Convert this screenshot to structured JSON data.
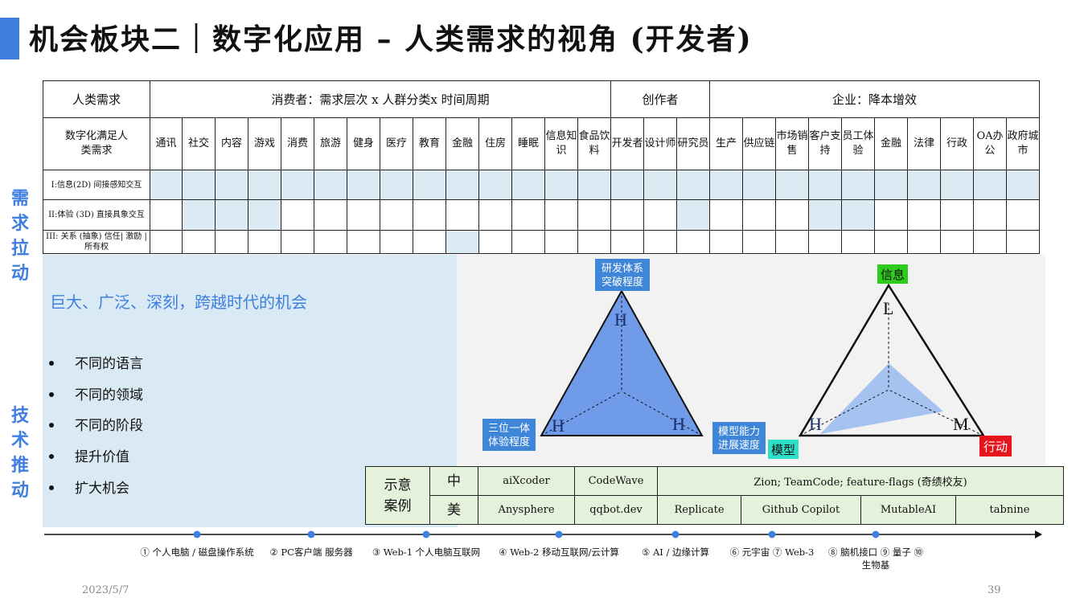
{
  "slide": {
    "title": "机会板块二｜数字化应用 – 人类需求的视角 (开发者)",
    "side_top": [
      "需",
      "求",
      "拉",
      "动"
    ],
    "side_bottom": [
      "技",
      "术",
      "推",
      "动"
    ],
    "date": "2023/5/7",
    "page_number": "39",
    "accent_color": "#3f7fe0"
  },
  "matrix": {
    "header_needs": "人类需求",
    "header_consumer": "消费者：需求层次 x 人群分类x 时间周期",
    "header_creator": "创作者",
    "header_enterprise": "企业：降本增效",
    "digital_label": "数字化满足人类需求",
    "columns": [
      "通讯",
      "社交",
      "内容",
      "游戏",
      "消费",
      "旅游",
      "健身",
      "医疗",
      "教育",
      "金融",
      "住房",
      "睡眠",
      "信息知识",
      "食品饮料",
      "开发者",
      "设计师",
      "研究员",
      "生产",
      "供应链",
      "市场销售",
      "客户支持",
      "员工体验",
      "金融",
      "法律",
      "行政",
      "OA办公",
      "政府城市"
    ],
    "rows": [
      {
        "label": "I:信息(2D) 间接感知交互"
      },
      {
        "label": "II:体验 (3D) 直接具象交互"
      },
      {
        "label": "III: 关系 (抽象) 信任| 激励 | 所有权"
      }
    ]
  },
  "overlay": {
    "headline": "巨大、广泛、深刻，跨越时代的机会",
    "bullets": [
      "不同的语言",
      "不同的领域",
      "不同的阶段",
      "提升价值",
      "扩大机会"
    ]
  },
  "diagram": {
    "left": {
      "top_label": "研发体系突破程度",
      "left_label": "三位一体体验程度",
      "top_level": "H",
      "left_level": "H",
      "right_level": "H",
      "fill_color": "#6f9be8"
    },
    "right": {
      "top_tag": "信息",
      "left_tag": "模型",
      "right_tag": "行动",
      "model_caption": "模型能力进展速度",
      "top_level": "L",
      "left_level": "H",
      "right_level": "M",
      "fill_color": "#9dbcf0"
    }
  },
  "cases": {
    "label": "示意案例",
    "rows": [
      {
        "region": "中",
        "items": [
          "aiXcoder",
          "CodeWave",
          "Zion; TeamCode; feature-flags (奇绩校友)"
        ]
      },
      {
        "region": "美",
        "items": [
          "Anysphere",
          "qqbot.dev",
          "Replicate",
          "Github Copilot",
          "MutableAI",
          "tabnine"
        ]
      }
    ]
  },
  "timeline": [
    {
      "text": "① 个人电脑 / 磁盘操作系统"
    },
    {
      "text": "② PC客户端 服务器"
    },
    {
      "text": "③ Web-1 个人电脑互联网"
    },
    {
      "text": "④ Web-2 移动互联网/云计算"
    },
    {
      "text": "⑤ AI / 边缘计算"
    },
    {
      "text": "⑥ 元宇宙 ⑦ Web-3"
    },
    {
      "text": "⑧ 脑机接口 ⑨ 量子 ⑩ 生物基"
    }
  ]
}
